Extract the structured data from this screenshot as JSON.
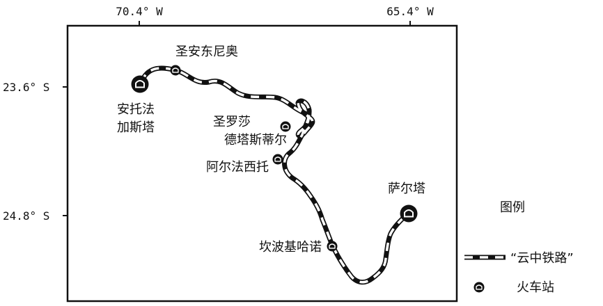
{
  "map": {
    "top_axis": {
      "longitude_left": "70.4° W",
      "longitude_right": "65.4° W"
    },
    "left_axis": {
      "latitude_top": "23.6° S",
      "latitude_bottom": "24.8° S"
    },
    "places": {
      "san_antonio": "圣安东尼奥",
      "antofagasta_line1": "安托法",
      "antofagasta_line2": "加斯塔",
      "san_rosa_line1": "圣罗莎",
      "san_rosa_line2": "德塔斯蒂尔",
      "alfaxituo": "阿尔法西托",
      "salta": "萨尔塔",
      "kanpo": "坎波基哈诺"
    },
    "legend": {
      "title": "图例",
      "railway_label": "“云中铁路”",
      "station_label": "火车站"
    },
    "colors": {
      "ink": "#111111",
      "paper": "#ffffff"
    }
  }
}
